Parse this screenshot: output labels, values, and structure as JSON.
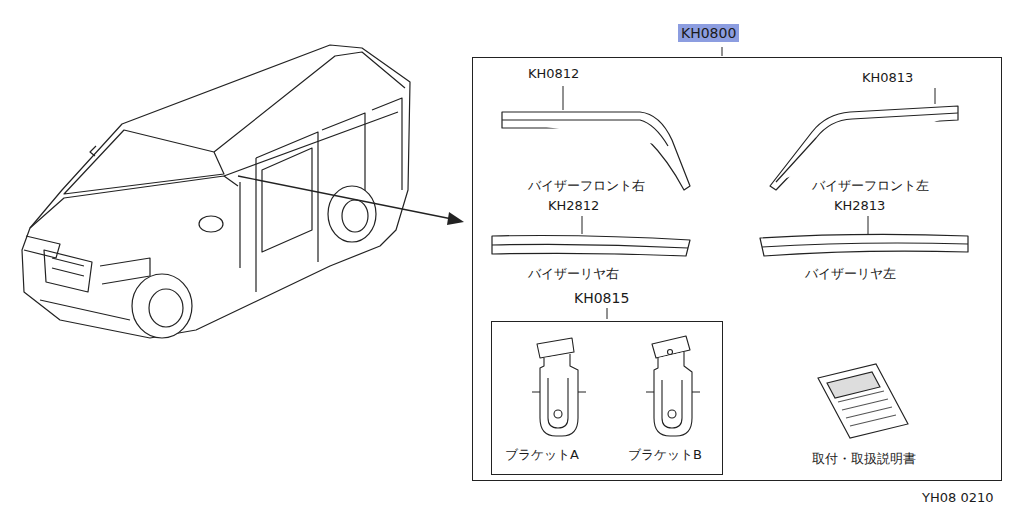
{
  "diagram": {
    "nodes": [
      {
        "text": [
          "KH0800"
        ]
      },
      {
        "text": [
          "KH0815"
        ],
        "in": 0
      }
    ],
    "labels": [
      "KH0812",
      "バイザーフロント右",
      "KH0813",
      "バイザーフロント左",
      "KH2812",
      "バイザーリヤ右",
      "KH2813",
      "バイザーリヤ左",
      "ブラケットA",
      "ブラケットB",
      "取付・取扱説明書",
      "YH08 0210"
    ]
  }
}
